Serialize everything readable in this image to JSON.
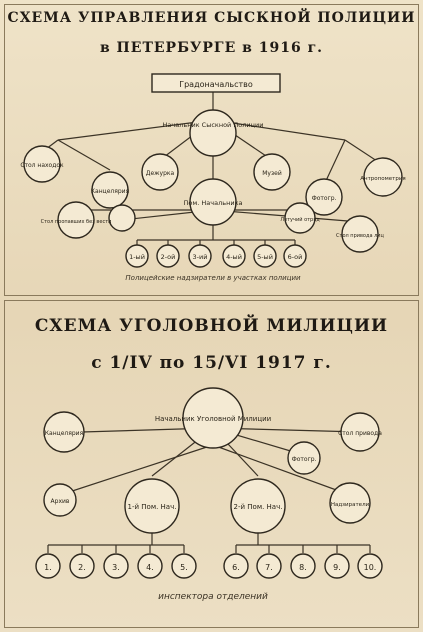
{
  "top": {
    "title_line1": "СХЕМА УПРАВЛЕНИЯ СЫСКНОЙ ПОЛИЦИИ",
    "title_line2": "в ПЕТЕРБУРГЕ в 1916 г.",
    "box": "Градоначальство",
    "chief": "Начальник Сыскной Полиции",
    "assistant": "Пом. Начальника",
    "nodes": [
      "Стол находок",
      "Канцелярия",
      "Дежурка",
      "Музей",
      "Фотогр.",
      "Антропометрия",
      "Летучий отряд",
      "Стол привода лиц"
    ],
    "bottom_left": "Стол пропавших без вести",
    "regions": [
      "1-ый",
      "2-ой",
      "3-ий",
      "4-ый",
      "5-ый",
      "6-ой"
    ],
    "caption": "Полицейские надзиратели в участках полиции"
  },
  "bottom": {
    "title_line1": "СХЕМА УГОЛОВНОЙ МИЛИЦИИ",
    "title_line2": "с 1/IV по 15/VI 1917 г.",
    "chief": "Начальник Уголовной Милиции",
    "left": "Канцелярия",
    "right_top": "Стол привода",
    "right": "Фотогр.",
    "archive": "Архив",
    "assistant1": "1-й Пом. Нач.",
    "assistant2": "2-й Пом. Нач.",
    "guards": "Надзиратели",
    "inspectors": [
      "1.",
      "2.",
      "3.",
      "4.",
      "5.",
      "6.",
      "7.",
      "8.",
      "9.",
      "10."
    ],
    "caption": "инспектора отделений"
  }
}
